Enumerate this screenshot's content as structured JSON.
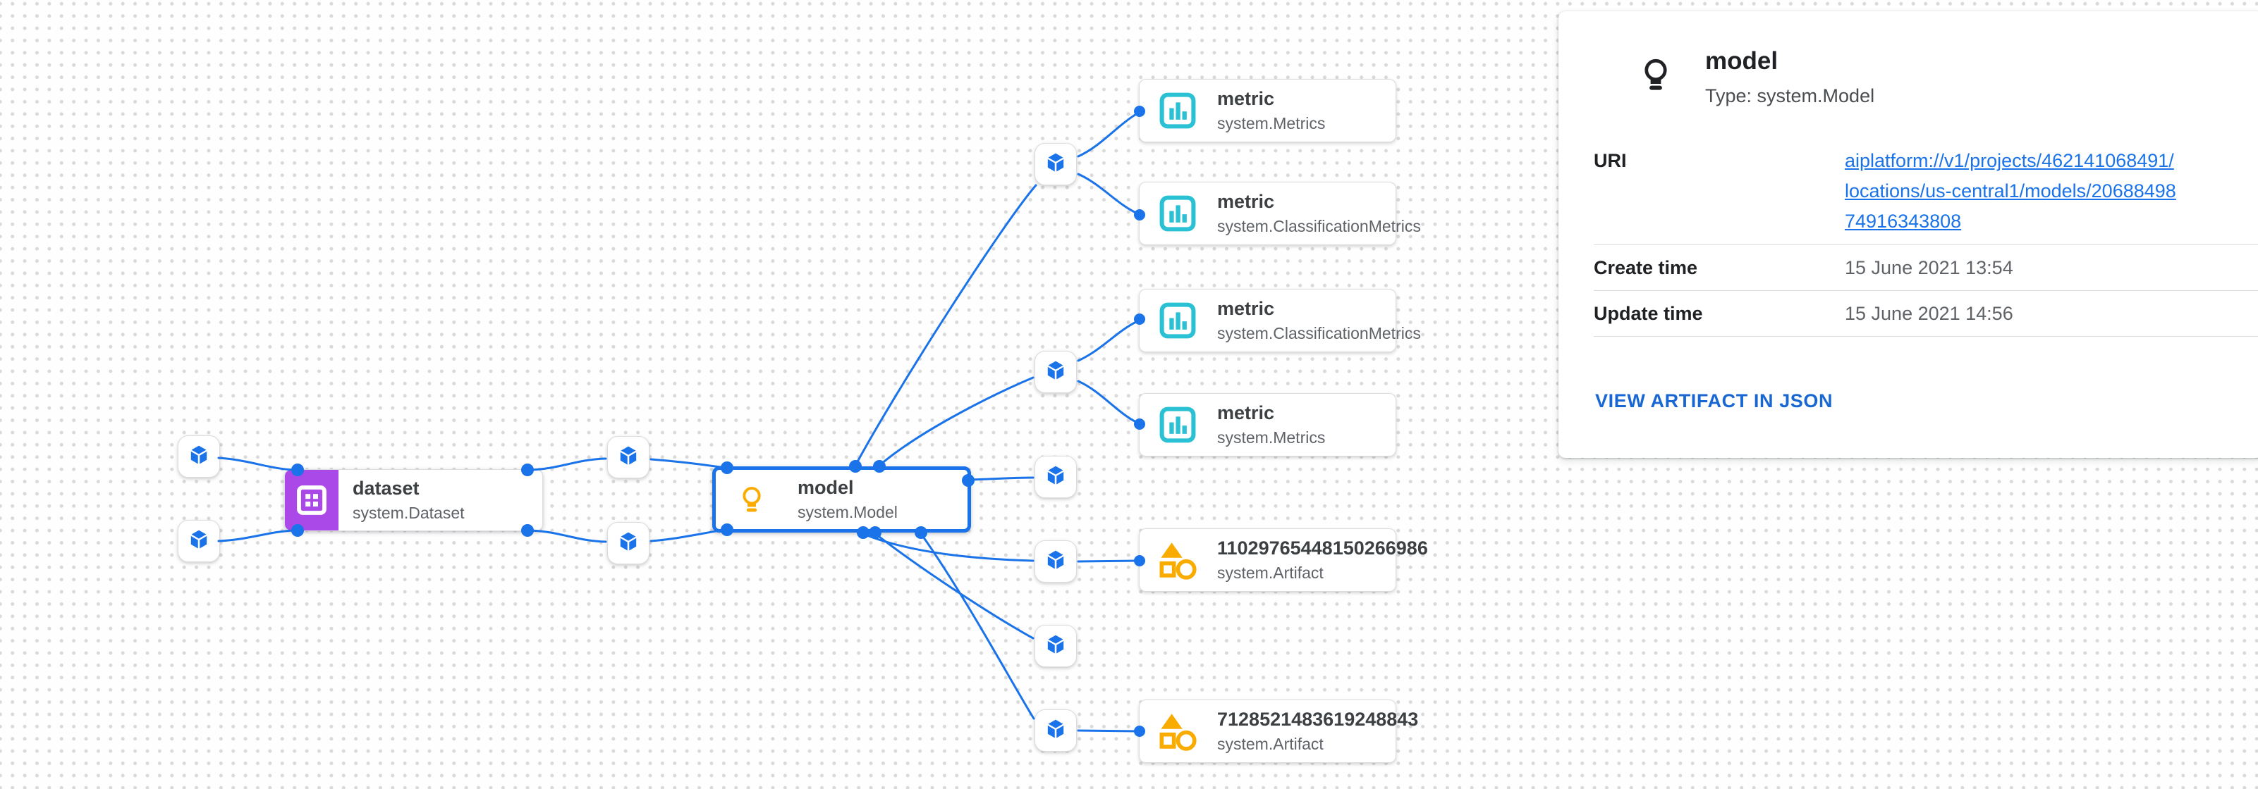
{
  "colors": {
    "accent_blue": "#1a73e8",
    "dataset_purple": "#aa48e8",
    "metric_cyan": "#2bc1d4",
    "artifact_amber": "#f9ab00"
  },
  "canvas": {
    "dataset_node": {
      "title": "dataset",
      "subtitle": "system.Dataset",
      "icon": "dataset-grid-icon"
    },
    "model_node": {
      "title": "model",
      "subtitle": "system.Model",
      "icon": "lightbulb-icon",
      "selected": true
    },
    "execution_icon": "cube-icon",
    "cards": [
      {
        "title": "metric",
        "subtitle": "system.Metrics",
        "icon": "bar-chart-icon"
      },
      {
        "title": "metric",
        "subtitle": "system.ClassificationMetrics",
        "icon": "bar-chart-icon"
      },
      {
        "title": "metric",
        "subtitle": "system.ClassificationMetrics",
        "icon": "bar-chart-icon"
      },
      {
        "title": "metric",
        "subtitle": "system.Metrics",
        "icon": "bar-chart-icon"
      },
      {
        "title": "11029765448150266986",
        "subtitle": "system.Artifact",
        "icon": "artifact-shapes-icon"
      },
      {
        "title": "7128521483619248843",
        "subtitle": "system.Artifact",
        "icon": "artifact-shapes-icon"
      }
    ]
  },
  "panel": {
    "icon": "lightbulb-icon",
    "title": "model",
    "type_line": "Type: system.Model",
    "uri_label": "URI",
    "uri_value": "aiplatform://v1/projects/462141068491/locations/us-central1/models/2068849874916343808",
    "create_label": "Create time",
    "create_value": "15 June 2021 13:54",
    "update_label": "Update time",
    "update_value": "15 June 2021 14:56",
    "action_label": "VIEW ARTIFACT IN JSON"
  }
}
